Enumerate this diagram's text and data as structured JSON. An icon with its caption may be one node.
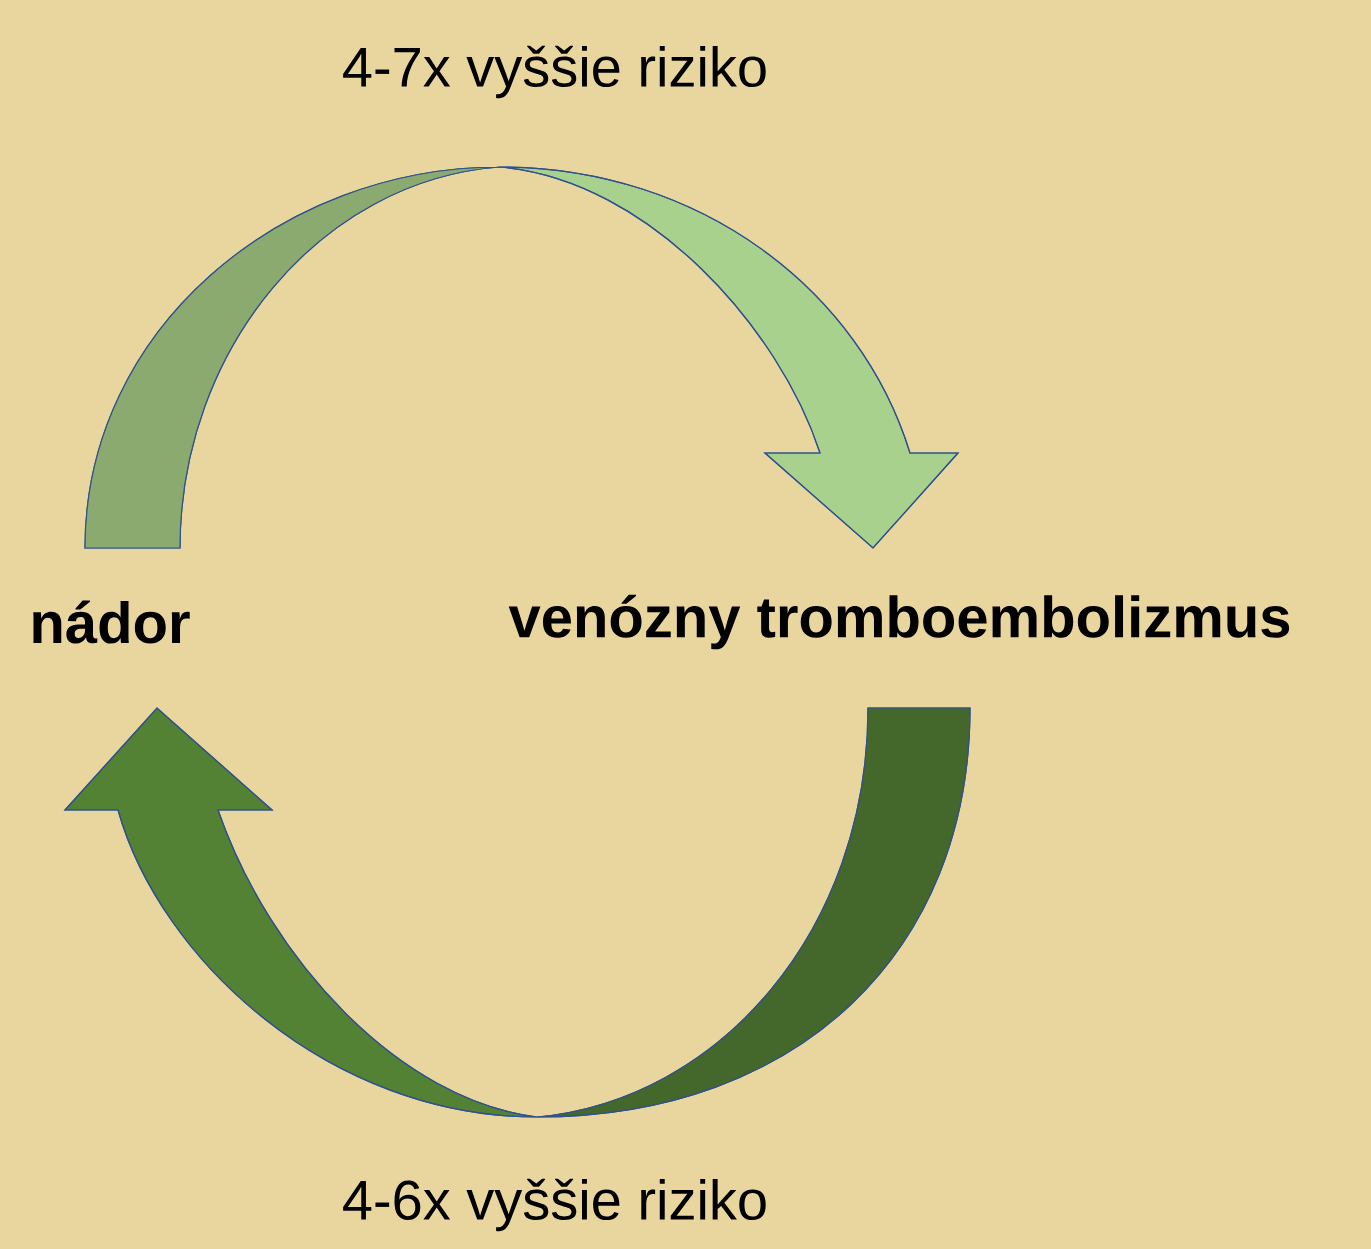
{
  "diagram": {
    "nodes": [
      {
        "text": [
          "nádor"
        ]
      },
      {
        "text": [
          "venózny tromboembolizmus"
        ]
      }
    ],
    "edges": [
      {
        "from": 0,
        "to": 1,
        "arrow": "to",
        "label": "4-7x vyššie riziko"
      },
      {
        "from": 1,
        "to": 0,
        "arrow": "to",
        "label": "4-6x vyššie riziko"
      }
    ]
  }
}
